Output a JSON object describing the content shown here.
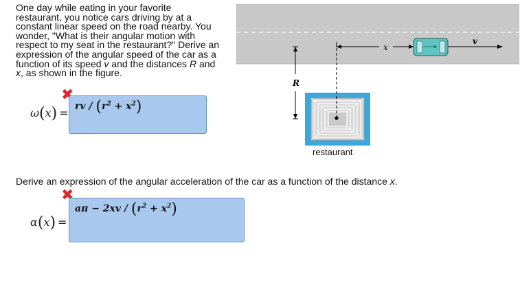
{
  "question1": {
    "line1": "One day while eating in your favorite",
    "line2": "restaurant, you notice cars driving by at a",
    "line3": "constant linear speed on the road nearby. You",
    "line4": "wonder, \"What is their angular motion with",
    "line5": "respect to my seat in the restaurant?\" Derive an",
    "line6": "expression of the angular speed of the car as a",
    "line7_a": "function of its speed ",
    "line7_v": "v",
    "line7_b": " and the distances ",
    "line7_R": "R",
    "line7_c": " and",
    "line8_x": "x",
    "line8_b": ", as shown in the figure."
  },
  "answer1": {
    "label_fn": "ω",
    "label_var": "x",
    "label_eq": "=",
    "text_a": "rv / ",
    "text_b": "r",
    "text_c": " + x",
    "exp": "2",
    "status": "incorrect"
  },
  "question2": {
    "text_a": "Derive an expression of the angular acceleration of the car as a function of the distance ",
    "text_x": "x",
    "text_b": "."
  },
  "answer2": {
    "label_fn": "α",
    "label_var": "x",
    "label_eq": "=",
    "text_a": "aπ − 2xv / ",
    "text_b": "r",
    "text_c": " + x",
    "exp": "2",
    "status": "incorrect"
  },
  "figure": {
    "label_x": "x",
    "label_v": "v",
    "label_R": "R",
    "label_restaurant": "restaurant",
    "road_color": "#c8c8c8",
    "car_color": "#5ec4c0",
    "restaurant_color": "#3aa9d9"
  },
  "icons": {
    "incorrect": "✖"
  }
}
